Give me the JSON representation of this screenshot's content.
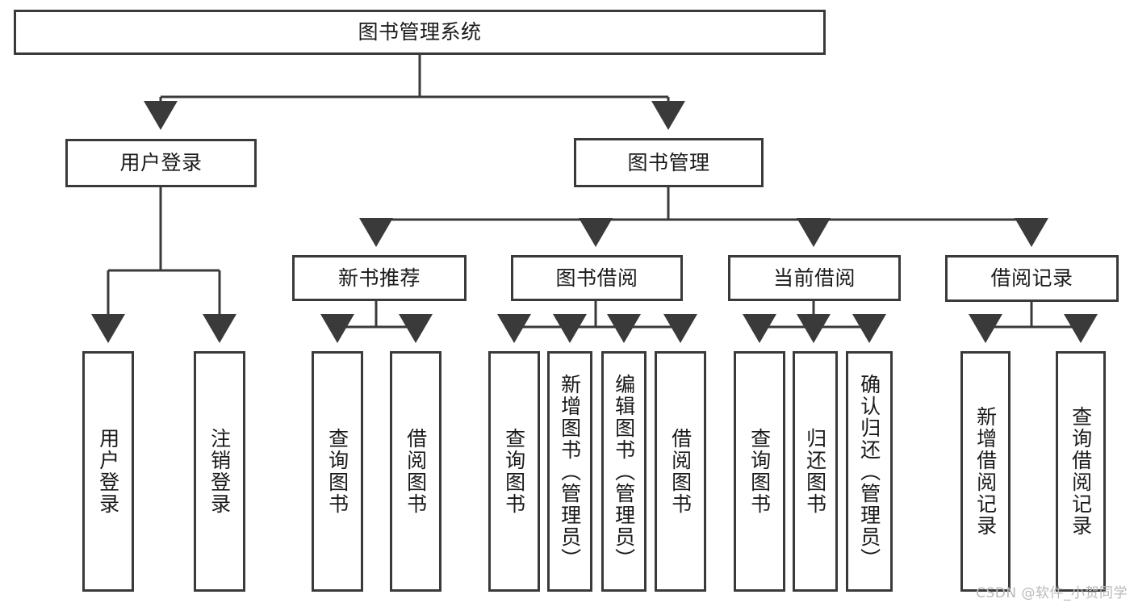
{
  "diagram": {
    "type": "tree-hierarchy-chart",
    "title": "图书管理系统",
    "watermark": "CSDN @软件_小贺同学",
    "colors": {
      "stroke": "#3a3a3a",
      "fill": "#ffffff",
      "text": "#1a1a1a",
      "watermark": "#b9b9b9"
    },
    "nodes": {
      "root": "图书管理系统",
      "level1": [
        "用户登录",
        "图书管理"
      ],
      "level2": [
        "新书推荐",
        "图书借阅",
        "当前借阅",
        "借阅记录"
      ],
      "leaves_user_login": [
        "用户登录",
        "注销登录"
      ],
      "leaves_new_book": [
        "查询图书",
        "借阅图书"
      ],
      "leaves_borrow": [
        "查询图书",
        "新增图书（管理员）",
        "编辑图书（管理员）",
        "借阅图书"
      ],
      "leaves_current": [
        "查询图书",
        "归还图书",
        "确认归还（管理员）"
      ],
      "leaves_records": [
        "新增借阅记录",
        "查询借阅记录"
      ]
    },
    "edges": [
      {
        "from": "图书管理系统",
        "to": "用户登录"
      },
      {
        "from": "图书管理系统",
        "to": "图书管理"
      },
      {
        "from": "用户登录",
        "to": "用户登录"
      },
      {
        "from": "用户登录",
        "to": "注销登录"
      },
      {
        "from": "图书管理",
        "to": "新书推荐"
      },
      {
        "from": "图书管理",
        "to": "图书借阅"
      },
      {
        "from": "图书管理",
        "to": "当前借阅"
      },
      {
        "from": "图书管理",
        "to": "借阅记录"
      },
      {
        "from": "新书推荐",
        "to": "查询图书"
      },
      {
        "from": "新书推荐",
        "to": "借阅图书"
      },
      {
        "from": "图书借阅",
        "to": "查询图书"
      },
      {
        "from": "图书借阅",
        "to": "新增图书（管理员）"
      },
      {
        "from": "图书借阅",
        "to": "编辑图书（管理员）"
      },
      {
        "from": "图书借阅",
        "to": "借阅图书"
      },
      {
        "from": "当前借阅",
        "to": "查询图书"
      },
      {
        "from": "当前借阅",
        "to": "归还图书"
      },
      {
        "from": "当前借阅",
        "to": "确认归还（管理员）"
      },
      {
        "from": "借阅记录",
        "to": "新增借阅记录"
      },
      {
        "from": "借阅记录",
        "to": "查询借阅记录"
      }
    ]
  }
}
